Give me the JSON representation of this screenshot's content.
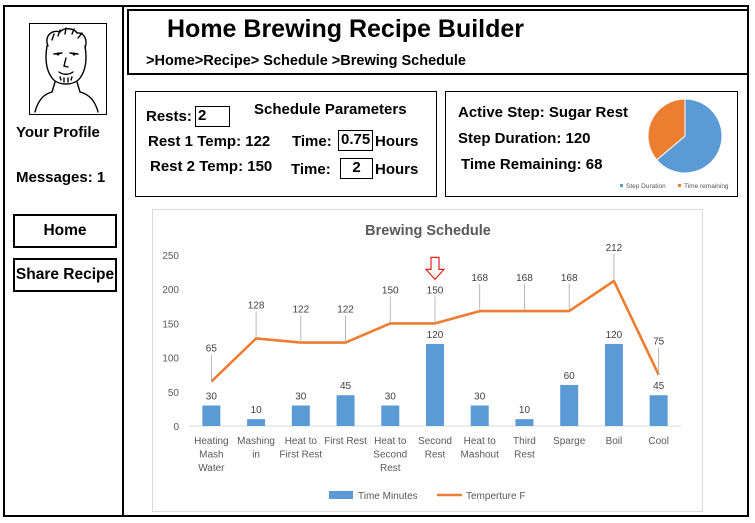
{
  "header": {
    "title": "Home Brewing Recipe Builder",
    "breadcrumbs": [
      ">Home",
      ">Recipe",
      "> Schedule",
      " >Brewing Schedule"
    ]
  },
  "sidebar": {
    "profile_label": "Your Profile",
    "messages_label": "Messages: 1",
    "home_button": "Home",
    "share_button": "Share Recipe"
  },
  "params": {
    "heading": "Schedule Parameters",
    "rests_label": "Rests:",
    "rests_value": "2",
    "rest1_label": "Rest 1 Temp: 122",
    "rest2_label": "Rest 2 Temp: 150",
    "time_label": "Time:",
    "time1_value": "0.75",
    "time2_value": "2",
    "hours_label": "Hours"
  },
  "active": {
    "step_label": "Active Step: Sugar Rest",
    "duration_label": "Step Duration: 120",
    "remaining_label": "Time Remaining: 68",
    "pie": {
      "values": [
        120,
        68
      ],
      "legend": [
        "Step Duration",
        "Time remaining"
      ],
      "colors": [
        "#5b9bd5",
        "#ed7d31"
      ]
    }
  },
  "chart_data": {
    "type": "bar",
    "title": "Brewing Schedule",
    "categories": [
      [
        "Heating",
        "Mash",
        "Water"
      ],
      [
        "Mashing",
        "in"
      ],
      [
        "Heat to",
        "First Rest"
      ],
      [
        "First Rest"
      ],
      [
        "Heat to",
        "Second",
        "Rest"
      ],
      [
        "Second",
        "Rest"
      ],
      [
        "Heat to",
        "Mashout"
      ],
      [
        "Third",
        "Rest"
      ],
      [
        "Sparge"
      ],
      [
        "Boil"
      ],
      [
        "Cool"
      ]
    ],
    "series": [
      {
        "name": "Time Minutes",
        "kind": "bar",
        "color": "#5b9bd5",
        "values": [
          30,
          10,
          30,
          45,
          30,
          120,
          30,
          10,
          60,
          120,
          45
        ]
      },
      {
        "name": "Temperture F",
        "kind": "line",
        "color": "#ed7d31",
        "values": [
          65,
          128,
          122,
          122,
          150,
          150,
          168,
          168,
          168,
          212,
          75
        ]
      }
    ],
    "ylim": [
      0,
      250
    ],
    "yticks": [
      0,
      50,
      100,
      150,
      200,
      250
    ],
    "current_step_index": 5,
    "legend_position": "bottom",
    "grid": false
  }
}
